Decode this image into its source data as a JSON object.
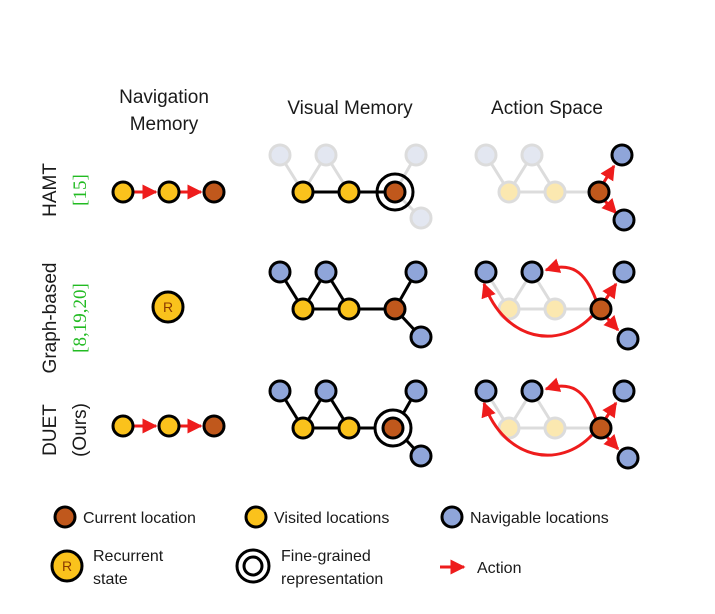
{
  "headers": {
    "nav_line1": "Navigation",
    "nav_line2": "Memory",
    "visual": "Visual Memory",
    "action": "Action Space"
  },
  "rows": {
    "hamt": {
      "label": "HAMT",
      "cite": "[15]"
    },
    "graph": {
      "label": "Graph-based",
      "cite": "[8,19,20]"
    },
    "duet": {
      "label": "DUET",
      "sublabel": "(Ours)"
    }
  },
  "recurrent_letter": "R",
  "legend": {
    "current": "Current location",
    "visited": "Visited locations",
    "navigable": "Navigable locations",
    "recurrent_line1": "Recurrent",
    "recurrent_line2": "state",
    "finegrained_line1": "Fine-grained",
    "finegrained_line2": "representation",
    "action": "Action"
  },
  "colors": {
    "current": "#c0581c",
    "visited": "#fac21c",
    "navigable": "#8fa5d9",
    "action": "#ee1c1c",
    "citation": "#22bb22"
  }
}
